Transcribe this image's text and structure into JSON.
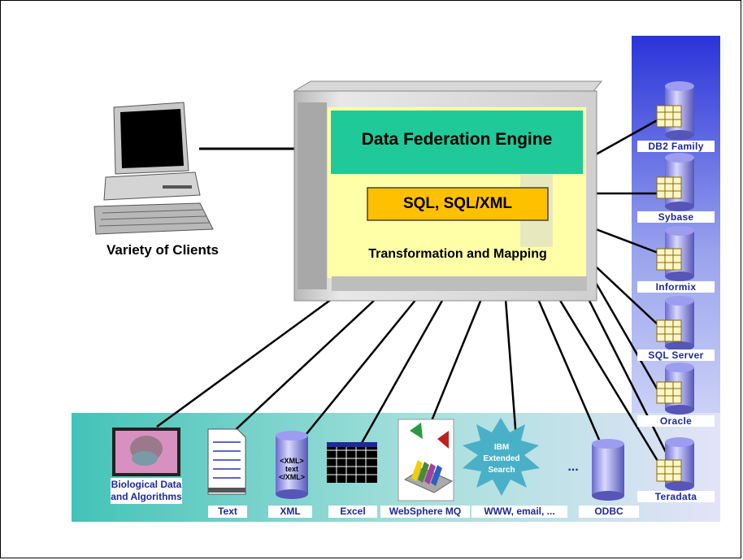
{
  "engine": {
    "title": "Data Federation Engine",
    "sql": "SQL, SQL/XML",
    "transform": "Transformation and Mapping"
  },
  "clients": {
    "label": "Variety of Clients"
  },
  "right_sources": [
    "DB2 Family",
    "Sybase",
    "Informix",
    "SQL Server",
    "Oracle",
    "Teradata"
  ],
  "bottom_sources": {
    "bio": "Biological Data and Algorithms",
    "text": "Text",
    "xml": "XML",
    "excel": "Excel",
    "mq": "WebSphere MQ",
    "www": "WWW, email, ...",
    "odbc": "ODBC",
    "ibm_search": "IBM Extended Search",
    "xml_doc": "<XML> text </XML>",
    "ellipsis": "..."
  },
  "colors": {
    "engine_green": "#1fc99a",
    "sql_orange": "#ffc000",
    "transform_yellow": "#ffffa8",
    "right_panel_top": "#2a34d8",
    "bottom_band": "#3cc0b4",
    "label_blue": "#1d2a9c"
  }
}
